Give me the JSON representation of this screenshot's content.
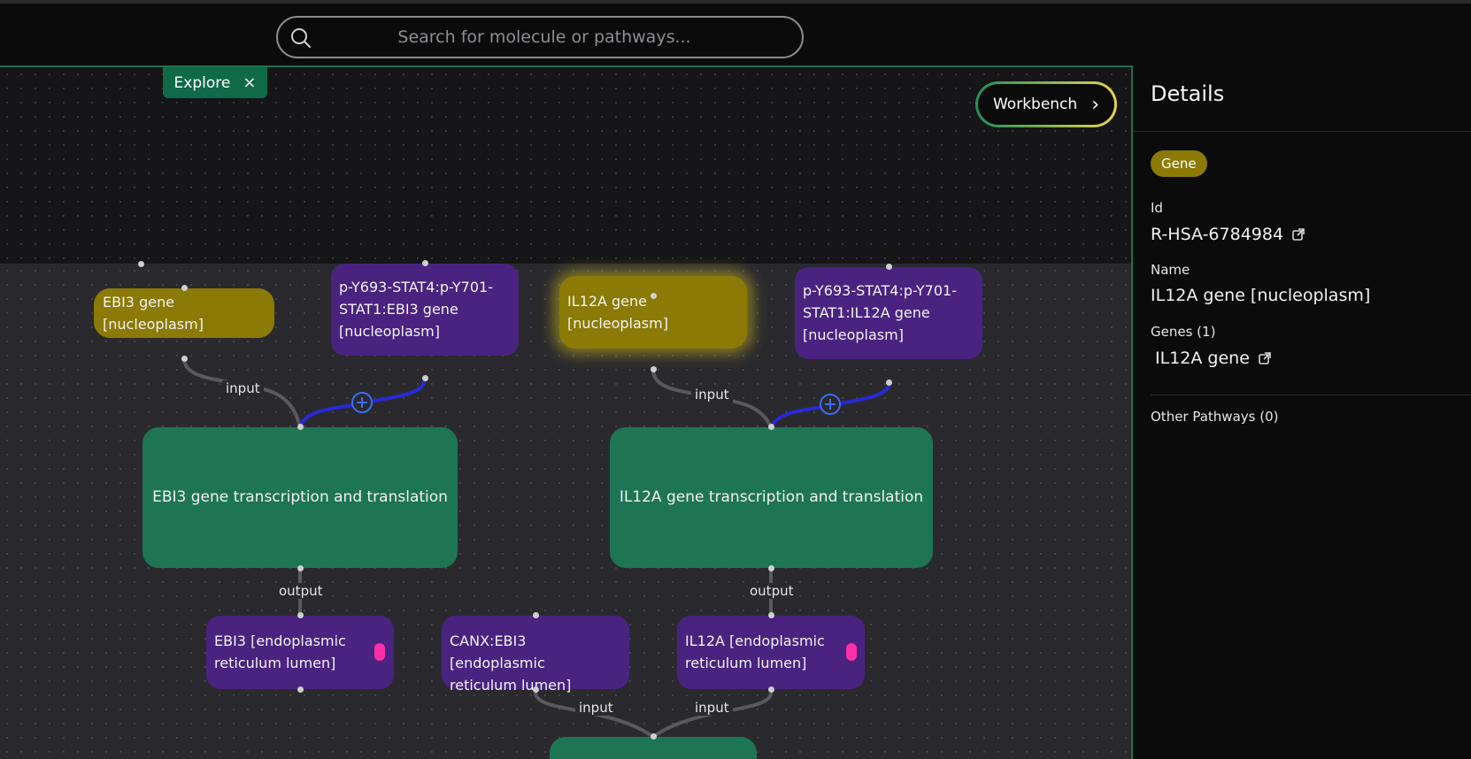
{
  "search": {
    "placeholder": "Search for molecule or pathways..."
  },
  "canvas": {
    "tab": {
      "label": "Explore",
      "close": "×"
    },
    "workbench": {
      "label": "Workbench",
      "chevron": "›"
    },
    "nodes": {
      "ebi3_gene": "EBI3 gene [nucleoplasm]",
      "stat_ebi3": [
        "p-Y693-STAT4:p-Y701-",
        "STAT1:EBI3 gene",
        "[nucleoplasm]"
      ],
      "il12a_gene": [
        "IL12A gene",
        "[nucleoplasm]"
      ],
      "stat_il12a": [
        "p-Y693-STAT4:p-Y701-",
        "STAT1:IL12A gene",
        "[nucleoplasm]"
      ],
      "ebi3_reaction": "EBI3 gene transcription and translation",
      "il12a_reaction": "IL12A gene transcription and translation",
      "ebi3_er": [
        "EBI3 [endoplasmic",
        "reticulum lumen]"
      ],
      "canx_ebi3": [
        "CANX:EBI3 [endoplasmic",
        "reticulum lumen]"
      ],
      "il12a_er": [
        "IL12A [endoplasmic",
        "reticulum lumen]"
      ]
    },
    "edge_labels": {
      "input": "input",
      "output": "output"
    }
  },
  "details": {
    "title": "Details",
    "type_badge": "Gene",
    "id_label": "Id",
    "id_value": "R-HSA-6784984",
    "name_label": "Name",
    "name_value": "IL12A gene [nucleoplasm]",
    "genes_label": "Genes (1)",
    "gene_item": "IL12A gene",
    "other_pathways": "Other Pathways (0)"
  },
  "colors": {
    "gene": "#8b7a05",
    "complex": "#4a2380",
    "reaction": "#1e7554",
    "accent": "#1f6f50"
  }
}
